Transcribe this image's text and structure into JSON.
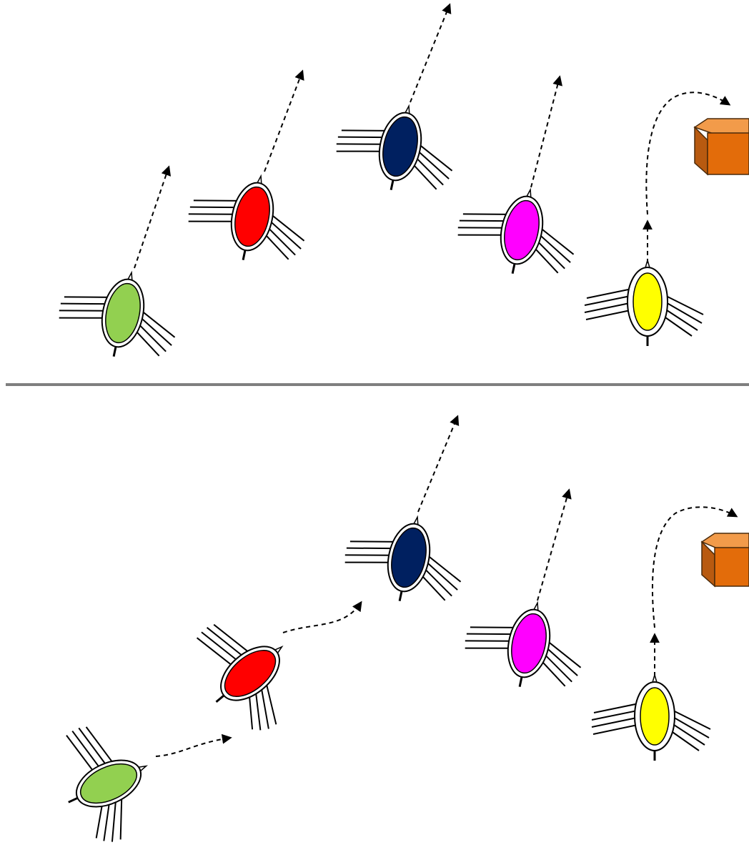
{
  "diagram": {
    "panels": [
      {
        "name": "top-panel",
        "agents": [
          {
            "id": "green",
            "color": "#92d050"
          },
          {
            "id": "red",
            "color": "#ff0000"
          },
          {
            "id": "navy",
            "color": "#002060"
          },
          {
            "id": "magenta",
            "color": "#ff00ff"
          },
          {
            "id": "yellow",
            "color": "#ffff00"
          }
        ],
        "target": {
          "id": "box",
          "color": "#e36c0a"
        }
      },
      {
        "name": "bottom-panel",
        "agents": [
          {
            "id": "green",
            "color": "#92d050"
          },
          {
            "id": "red",
            "color": "#ff0000"
          },
          {
            "id": "navy",
            "color": "#002060"
          },
          {
            "id": "magenta",
            "color": "#ff00ff"
          },
          {
            "id": "yellow",
            "color": "#ffff00"
          }
        ],
        "target": {
          "id": "box",
          "color": "#e36c0a"
        }
      }
    ],
    "divider_color": "#7f7f7f"
  }
}
